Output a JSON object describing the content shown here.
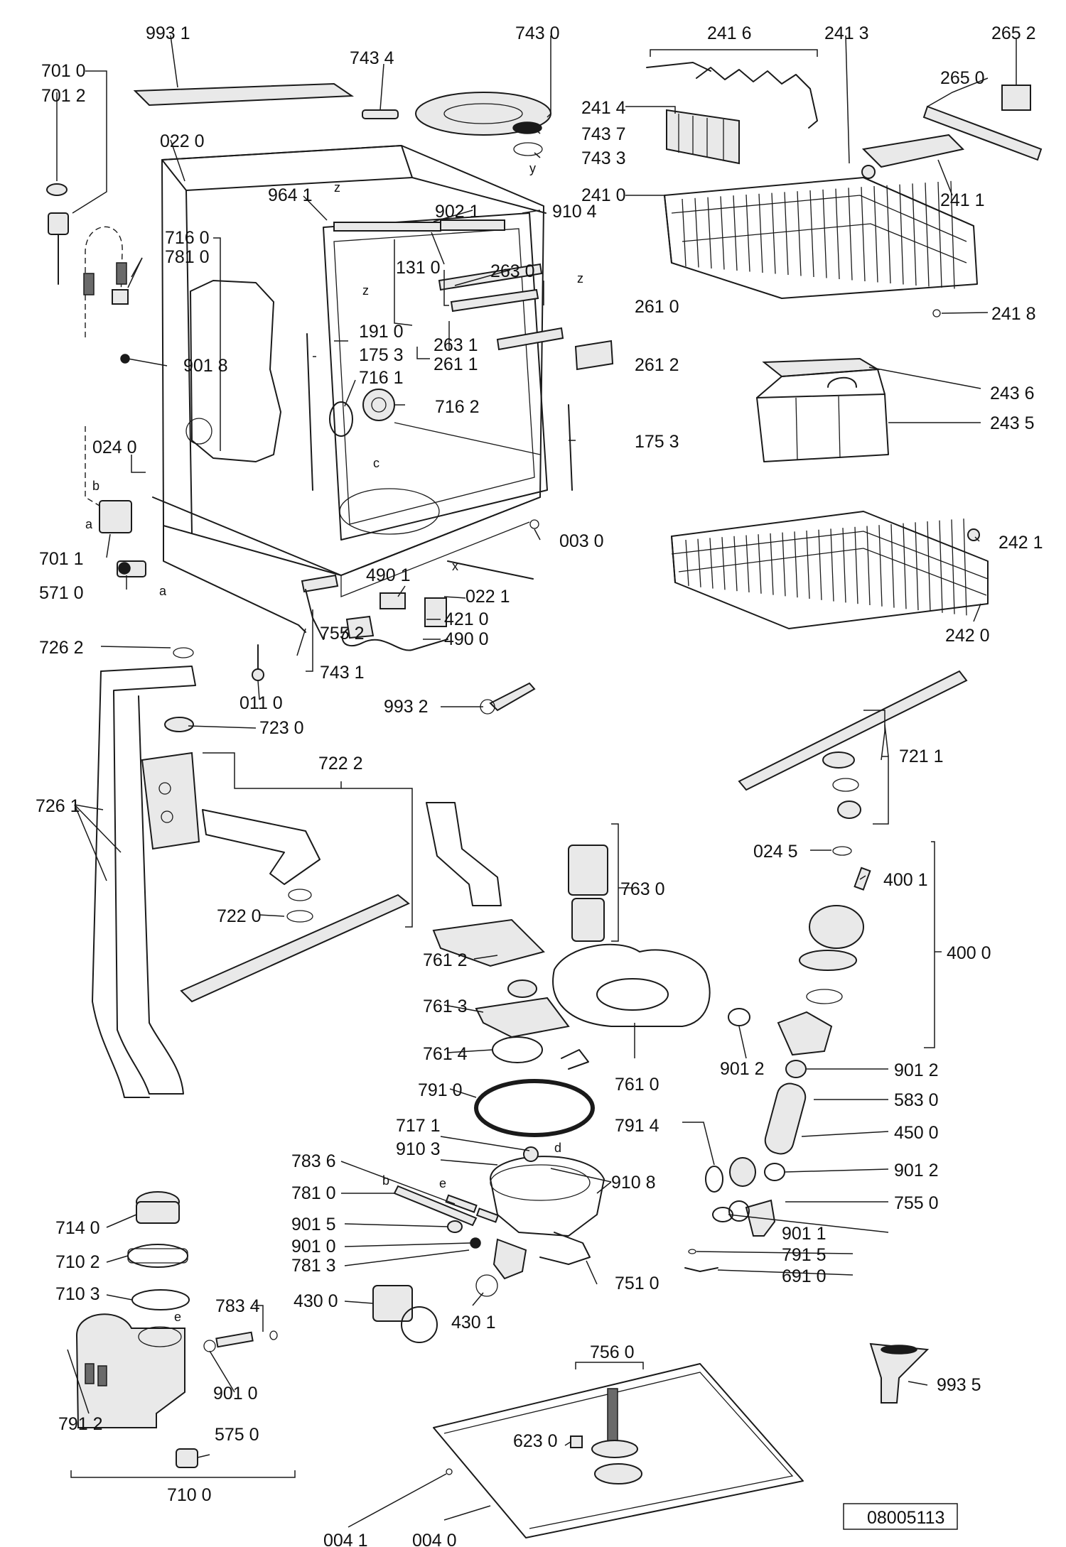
{
  "parts": {
    "p9931": "993 1",
    "p7434": "743 4",
    "p7430": "743 0",
    "p2416": "241 6",
    "p2413": "241 3",
    "p2652": "265 2",
    "p7010": "701 0",
    "p7012": "701 2",
    "p0220": "022 0",
    "p2650": "265 0",
    "p2414": "241 4",
    "p7437": "743 7",
    "p7433": "743 3",
    "p2410": "241 0",
    "p9641": "964 1",
    "p9021": "902 1",
    "p9104": "910 4",
    "p2411": "241 1",
    "p7160": "716 0",
    "p7810": "781 0",
    "p1310": "131 0",
    "p2630": "263 0",
    "p2610": "261 0",
    "p2418": "241 8",
    "p1910": "191 0",
    "p1753a": "175 3",
    "p2631": "263 1",
    "p2611": "261 1",
    "p2612": "261 2",
    "p9018": "901 8",
    "p7161": "716 1",
    "p7162": "716 2",
    "p2436": "243 6",
    "p2435": "243 5",
    "p1753b": "175 3",
    "p0240": "024 0",
    "p0030": "003 0",
    "p2421": "242 1",
    "p7011": "701 1",
    "p4901a": "490 1",
    "p0221": "022 1",
    "p5710": "571 0",
    "p4210": "421 0",
    "p4900": "490 0",
    "p2420": "242 0",
    "p7262": "726 2",
    "p7552": "755 2",
    "p0110": "011 0",
    "p7431": "743 1",
    "p9932": "993 2",
    "p7230": "723 0",
    "p7211": "721 1",
    "p7222": "722 2",
    "p7261": "726 1",
    "p7630": "763 0",
    "p0245": "024 5",
    "p4001": "400 1",
    "p7220": "722 0",
    "p7612": "761 2",
    "p4000": "400 0",
    "p7613": "761 3",
    "p7614": "761 4",
    "p9012a": "901 2",
    "p9012b": "901 2",
    "p7610": "761 0",
    "p7910": "791 0",
    "p5830": "583 0",
    "p4500": "450 0",
    "p7171": "717 1",
    "p7914": "791 4",
    "p9103": "910 3",
    "p7836": "783 6",
    "p9108": "910 8",
    "p9012c": "901 2",
    "p7810b": "781 0",
    "p7550": "755 0",
    "p9015": "901 5",
    "p9011": "901 1",
    "p7140": "714 0",
    "p9010a": "901 0",
    "p7915": "791 5",
    "p7813": "781 3",
    "p7510": "751 0",
    "p6910": "691 0",
    "p7102": "710 2",
    "p7103": "710 3",
    "p4300": "430 0",
    "p7834": "783 4",
    "p4301": "430 1",
    "p9010b": "901 0",
    "p7560": "756 0",
    "p9935": "993 5",
    "p7912": "791 2",
    "p5750": "575 0",
    "p6230": "623 0",
    "p7100": "710 0",
    "p0041": "004 1",
    "p0040": "004 0"
  },
  "marks": {
    "a1": "a",
    "a2": "a",
    "b1": "b",
    "b2": "b",
    "c": "c",
    "d": "d",
    "e1": "e",
    "e2": "e",
    "x": "x",
    "y": "y",
    "z1": "z",
    "z2": "z",
    "z3": "z"
  },
  "drawing_number": "08005113"
}
